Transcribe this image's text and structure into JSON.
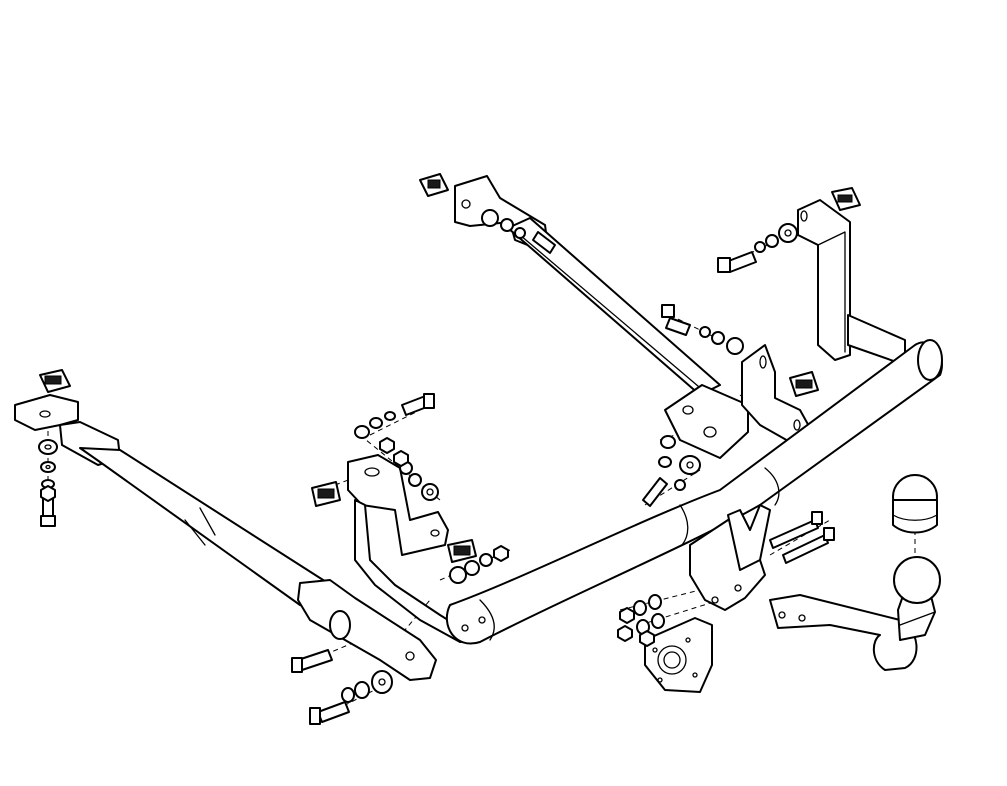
{
  "diagram": {
    "kind": "exploded-assembly-drawing",
    "colors": {
      "line": "#000000",
      "background": "#ffffff"
    },
    "parts": [
      "main-crossbar",
      "left-side-arm",
      "center-diagonal-arm",
      "right-vertical-bracket",
      "left-mounting-plate",
      "center-mounting-bracket",
      "tow-ball-neck",
      "tow-ball",
      "socket-plate",
      "bolts",
      "washers",
      "nuts",
      "cage-nuts"
    ]
  }
}
